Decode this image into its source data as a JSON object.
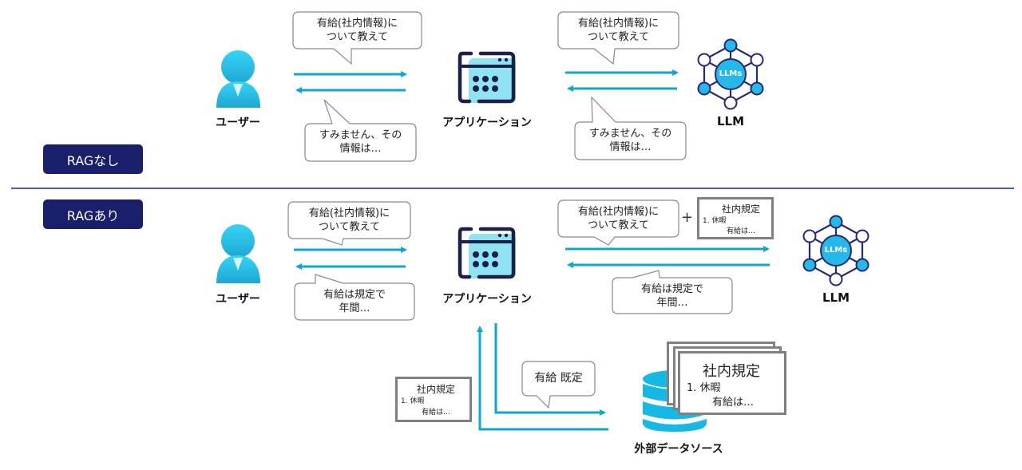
{
  "colors": {
    "arrow": "#10a7cc",
    "badge_bg": "#1a1f6b",
    "separator": "#4a5bbf",
    "user_icon": "#2cc3e8",
    "llm_node_fill": "#26b8ea",
    "icon_outline": "#1b1f4a",
    "app_fill": "#8fe3f2",
    "database": "#17b7e6",
    "doc_border": "#808080"
  },
  "sections": {
    "without_rag": {
      "badge": "RAGなし",
      "user_label": "ユーザー",
      "app_label": "アプリケーション",
      "llm_label": "LLM",
      "llm_icon_text": "LLMs",
      "user_to_app_bubble": "有給(社内情報)に\nついて教えて",
      "app_to_user_bubble": "すみません、その\n情報は…",
      "app_to_llm_bubble": "有給(社内情報)に\nついて教えて",
      "llm_to_app_bubble": "すみません、その\n情報は…"
    },
    "with_rag": {
      "badge": "RAGあり",
      "user_label": "ユーザー",
      "app_label": "アプリケーション",
      "llm_label": "LLM",
      "llm_icon_text": "LLMs",
      "user_to_app_bubble": "有給(社内情報)に\nついて教えて",
      "app_to_user_bubble": "有給は規定で\n年間…",
      "app_to_llm_bubble": "有給(社内情報)に\nついて教えて",
      "plus": "+",
      "llm_to_app_bubble": "有給は規定で\n年間…",
      "search_query_bubble": "有給 既定",
      "datasource_label": "外部データソース",
      "document": {
        "title": "社内規定",
        "line1": "1. 休暇",
        "line2": "有給は…"
      }
    }
  }
}
